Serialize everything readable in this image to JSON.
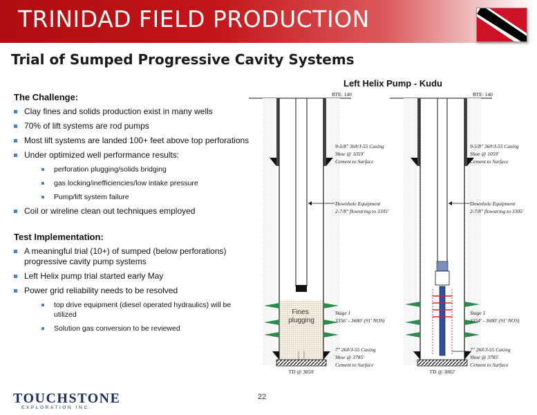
{
  "header": {
    "title": "TRINIDAD FIELD PRODUCTION",
    "colors": {
      "banner_red": "#c2151a",
      "flag_red": "#ce1126",
      "flag_black": "#000000"
    },
    "flag_icon": "trinidad-flag-icon"
  },
  "subtitle": "Trial of Sumped Progressive Cavity Systems",
  "challenge": {
    "heading": "The Challenge:",
    "items": [
      "Clay fines and solids production exist in many wells",
      "70% of lift systems are rod pumps",
      "Most lift systems are landed 100+ feet above top perforations",
      "Under optimized well performance results:"
    ],
    "subitems": [
      "perforation plugging/solids bridging",
      "gas locking/inefficiencies/low intake pressure",
      "Pump/lift system failure"
    ],
    "last_item": "Coil or wireline clean out techniques employed"
  },
  "implementation": {
    "heading": "Test Implementation:",
    "items": [
      "A meaningful trial (10+) of sumped (below perforations) progressive cavity pump systems",
      "Left Helix pump trial started early May",
      "Power grid reliability needs to be resolved"
    ],
    "subitems": [
      "top drive equipment (diesel operated hydraulics) will be utilized",
      "Solution gas conversion to be reviewed"
    ]
  },
  "diagram": {
    "title": "Left Helix Pump - Kudu",
    "left_well": {
      "rte": "RTE: 140",
      "casing_1": "9-5/8\" 36#/J-55 Casing",
      "casing_2": "Shoe @ 1059'",
      "casing_3": "Cement to Surface",
      "downhole_1": "Downhole Equipment",
      "downhole_2": "2-7/8\" flowstring to 3305'",
      "fines_label": "Fines plugging",
      "stage_1": "Stage 1",
      "stage_2": "3356' - 3680' (91' NOS)",
      "liner_1": "7\" 26#/J-55 Casing",
      "liner_2": "Shoe @ 3785'",
      "liner_3": "Cement to Surface",
      "td": "TD @ 3850'"
    },
    "right_well": {
      "rte": "RTE: 140",
      "casing_1": "9-5/8\" 36#/J-55 Casing",
      "casing_2": "Shoe @ 1059'",
      "casing_3": "Cement to Surface",
      "downhole_1": "Downhole Equipment",
      "downhole_2": "2-7/8\" flowstring to 3305'",
      "stage_1": "Stage 1",
      "stage_2": "3354' - 3680' (91' NOS)",
      "liner_1": "7\" 26#/J-55 Casing",
      "liner_2": "Shoe @ 3785'",
      "liner_3": "Cement to Surface",
      "td": "TD @ 3882'"
    }
  },
  "footer": {
    "page_number": "22",
    "logo_main": "TOUCHSTONE",
    "logo_sub": "EXPLORATION INC."
  }
}
